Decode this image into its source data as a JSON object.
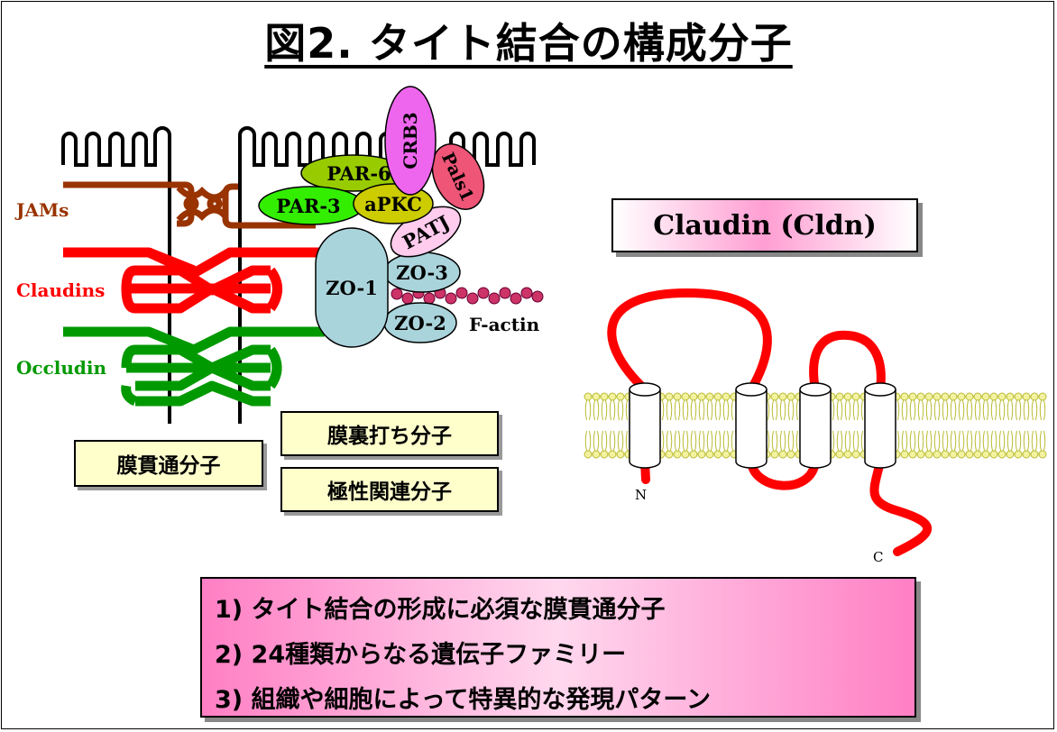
{
  "title": "図2. タイト結合の構成分子",
  "left_labels": {
    "jams": "JAMs",
    "claudins": "Claudins",
    "occludin": "Occludin"
  },
  "proteins": {
    "par6": "PAR-6",
    "crb3": "CRB3",
    "pals1": "Pals1",
    "par3": "PAR-3",
    "apkc": "aPKC",
    "patj": "PATJ",
    "zo1": "ZO-1",
    "zo3": "ZO-3",
    "zo2": "ZO-2",
    "factin": "F-actin"
  },
  "category_boxes": {
    "transmembrane": "膜貫通分子",
    "undercoat": "膜裏打ち分子",
    "polarity": "極性関連分子"
  },
  "claudin_panel": {
    "heading": "Claudin (Cldn)",
    "n_term": "N",
    "c_term": "C"
  },
  "features": [
    "1) タイト結合の形成に必須な膜貫通分子",
    "2) 24種類からなる遺伝子ファミリー",
    "3) 組織や細胞によって特異的な発現パターン"
  ],
  "colors": {
    "jams": "#993300",
    "claudins": "#ff0000",
    "occludin": "#009900",
    "par6": "#99cc00",
    "crb3": "#ee66ee",
    "pals1": "#ee5577",
    "par3": "#33ee00",
    "apkc": "#cccc00",
    "patj": "#ffccee",
    "zo": "#aad4dc",
    "factin": "#cc3366",
    "membrane": "#dddd66"
  }
}
